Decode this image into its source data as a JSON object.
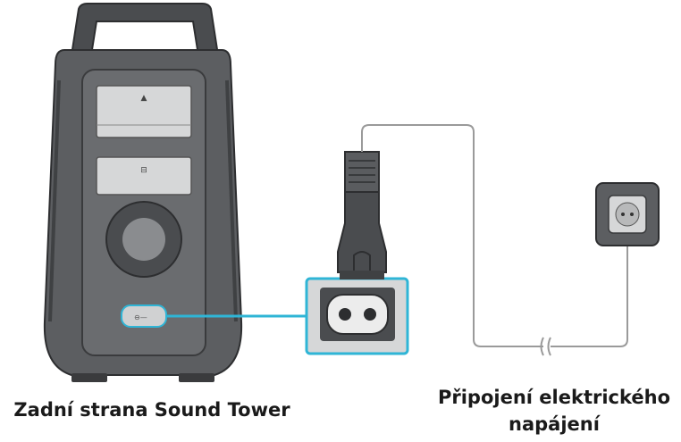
{
  "captions": {
    "device": "Zadní strana Sound Tower",
    "power_line1": "Připojení elektrického",
    "power_line2": "napájení"
  },
  "colors": {
    "body": "#5c5e61",
    "body_dark": "#3f4143",
    "panel": "#d6d7d8",
    "highlight": "#2fb5d6",
    "cable": "#9a9a9a"
  }
}
